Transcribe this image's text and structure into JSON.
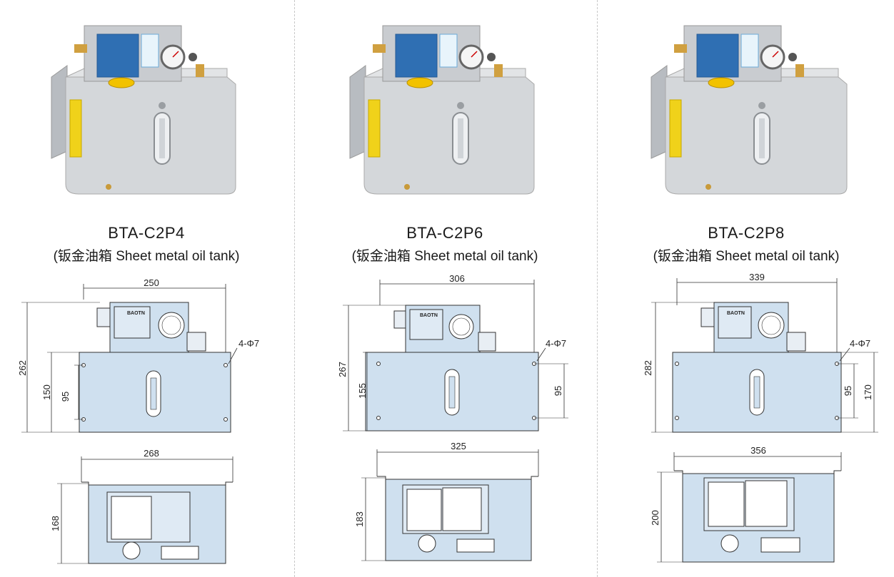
{
  "products": [
    {
      "model": "BTA-C2P4",
      "description": "(钣金油箱 Sheet metal oil tank)",
      "front_width": "250",
      "total_height": "262",
      "body_height": "150",
      "hole_spacing": "95",
      "holes": "4-Φ7",
      "top_width": "268",
      "top_depth": "168",
      "brand": "BAOTN"
    },
    {
      "model": "BTA-C2P6",
      "description": "(钣金油箱 Sheet metal oil tank)",
      "front_width": "306",
      "total_height": "267",
      "body_height": "155",
      "hole_spacing": "95",
      "holes": "4-Φ7",
      "top_width": "325",
      "top_depth": "183",
      "brand": "BAOTN"
    },
    {
      "model": "BTA-C2P8",
      "description": "(钣金油箱 Sheet metal oil tank)",
      "front_width": "339",
      "total_height": "282",
      "body_height": "170",
      "hole_spacing": "95",
      "holes": "4-Φ7",
      "top_width": "356",
      "top_depth": "200",
      "brand": "BAOTN"
    }
  ],
  "colors": {
    "tank_fill": "#cfe0ef",
    "line": "#333333",
    "photo_metal": "#c9ccd0",
    "panel_blue": "#2f6fb3",
    "cap_yellow": "#f2c200",
    "label_yellow": "#f0d21a"
  }
}
